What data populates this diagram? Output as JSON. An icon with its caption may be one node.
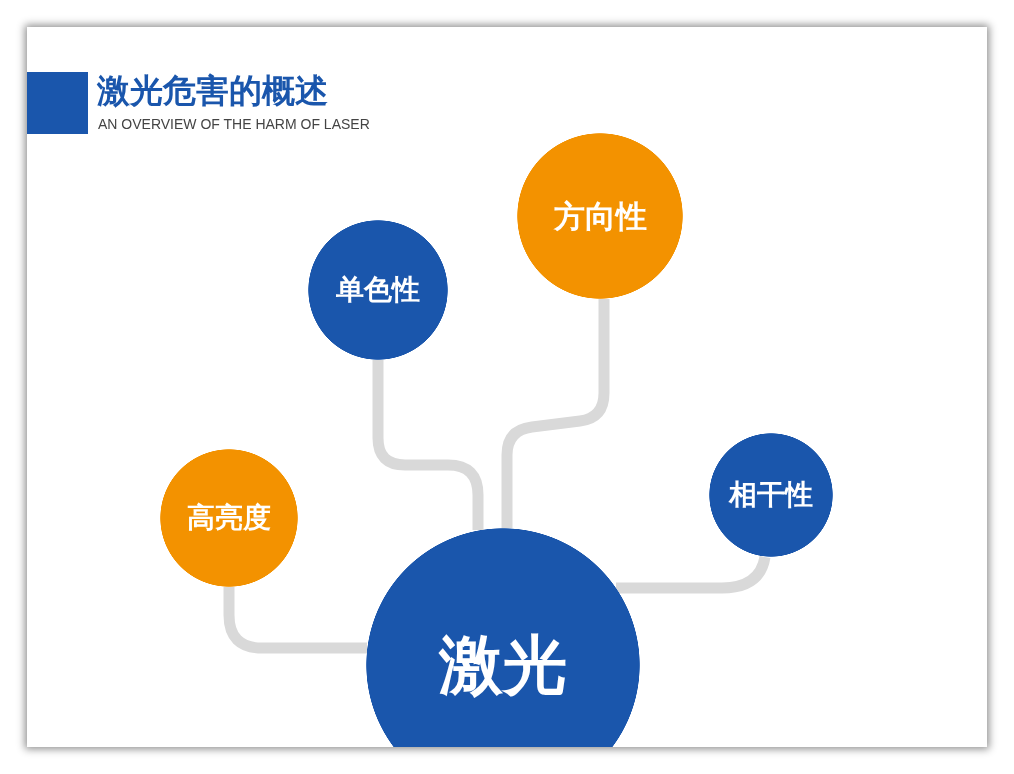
{
  "diagram": {
    "title": "激光危害的概述",
    "caption": "AN OVERVIEW OF THE HARM OF LASER",
    "nodes": [
      {
        "text": [
          "方向性"
        ]
      },
      {
        "text": [
          "单色性"
        ]
      },
      {
        "text": [
          "相干性"
        ]
      },
      {
        "text": [
          "高亮度"
        ]
      },
      {
        "text": [
          "激光"
        ]
      }
    ],
    "edges": [
      {
        "from": 4,
        "to": 0,
        "arrow": "none"
      },
      {
        "from": 4,
        "to": 1,
        "arrow": "none"
      },
      {
        "from": 4,
        "to": 2,
        "arrow": "none"
      },
      {
        "from": 4,
        "to": 3,
        "arrow": "none"
      }
    ]
  }
}
